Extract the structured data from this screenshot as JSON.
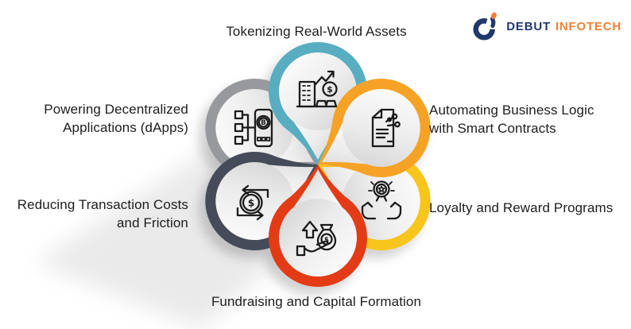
{
  "logo": {
    "brand_primary": "DEBUT",
    "brand_secondary": "INFOTECH",
    "primary_color": "#21386B",
    "secondary_color": "#F08034",
    "icon": "debut-d-logo-icon"
  },
  "diagram": {
    "title": "",
    "petals": [
      {
        "id": "tokenizing",
        "label_line1": "Tokenizing Real-World Assets",
        "label_line2": "",
        "color": "#58ADC1",
        "icon": "building-growth-icon"
      },
      {
        "id": "dapps",
        "label_line1": "Powering Decentralized",
        "label_line2": "Applications (dApps)",
        "color": "#98999D",
        "icon": "phone-blockchain-icon"
      },
      {
        "id": "smart-contracts",
        "label_line1": "Automating Business Logic",
        "label_line2": "with Smart Contracts",
        "color": "#F5A226",
        "icon": "smart-contract-icon"
      },
      {
        "id": "transaction-costs",
        "label_line1": "Reducing Transaction Costs",
        "label_line2": "and Friction",
        "color": "#454B59",
        "icon": "dollar-exchange-icon"
      },
      {
        "id": "loyalty",
        "label_line1": "Loyalty and Reward Programs",
        "label_line2": "",
        "color": "#F8C51F",
        "icon": "reward-hands-icon"
      },
      {
        "id": "fundraising",
        "label_line1": "Fundraising and Capital Formation",
        "label_line2": "",
        "color": "#E33B16",
        "icon": "fundraising-hand-icon"
      }
    ],
    "glyphs": {
      "dollar": "$",
      "bitcoin": "B"
    }
  }
}
